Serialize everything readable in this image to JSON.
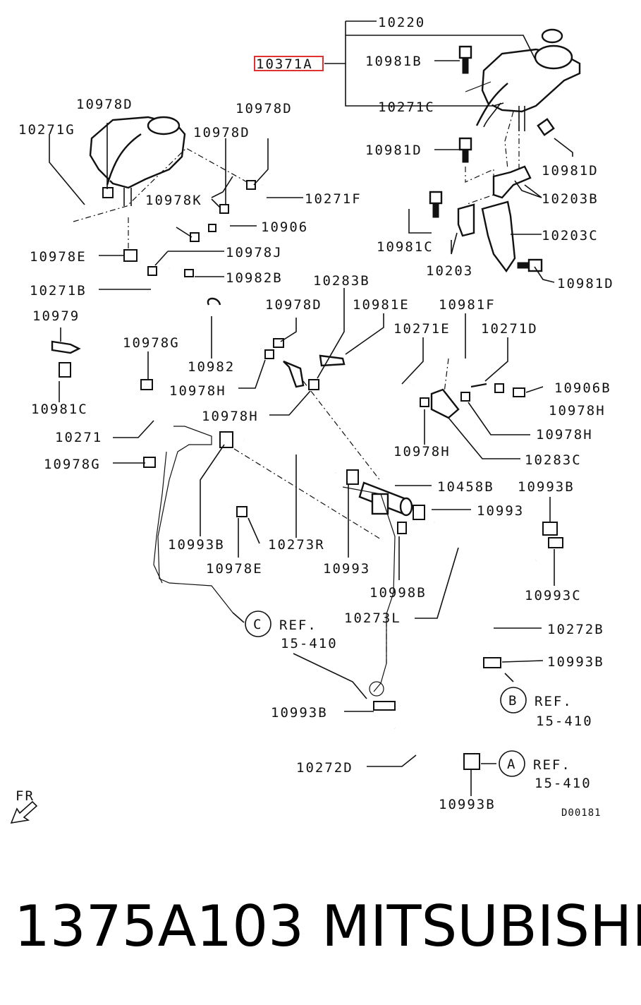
{
  "diagram": {
    "highlighted_part": "10371A",
    "labels": {
      "p10220": "10220",
      "p10371A": "10371A",
      "p10981B": "10981B",
      "p10271C": "10271C",
      "p10981D_a": "10981D",
      "p10981D_b": "10981D",
      "p10203B": "10203B",
      "p10981C_top": "10981C",
      "p10203C": "10203C",
      "p10203": "10203",
      "p10981D_c": "10981D",
      "p10978D_a": "10978D",
      "p10978D_b": "10978D",
      "p10978D_c": "10978D",
      "p10978D_d": "10978D",
      "p10271G": "10271G",
      "p10978K": "10978K",
      "p10271F": "10271F",
      "p10906": "10906",
      "p10978E_a": "10978E",
      "p10978J": "10978J",
      "p10982B": "10982B",
      "p10271B": "10271B",
      "p10283B": "10283B",
      "p10981E": "10981E",
      "p10981F": "10981F",
      "p10979": "10979",
      "p10978G_a": "10978G",
      "p10982": "10982",
      "p10271E": "10271E",
      "p10271D": "10271D",
      "p10981C_left": "10981C",
      "p10978H_a": "10978H",
      "p10906B": "10906B",
      "p10978H_b": "10978H",
      "p10978H_c": "10978H",
      "p10978H_d": "10978H",
      "p10271": "10271",
      "p10283C": "10283C",
      "p10978G_b": "10978G",
      "p10458B": "10458B",
      "p10993B_a": "10993B",
      "p10993_a": "10993",
      "p10993B_b": "10993B",
      "p10273R": "10273R",
      "p10993_b": "10993",
      "p10978E_b": "10978E",
      "p10998B": "10998B",
      "p10993C": "10993C",
      "p10273L": "10273L",
      "p10272B": "10272B",
      "p10993B_c": "10993B",
      "p10993B_d": "10993B",
      "p10272D": "10272D",
      "p10993B_e": "10993B"
    },
    "refs": {
      "c_letter": "C",
      "b_letter": "B",
      "a_letter": "A",
      "ref_word": "REF.",
      "ref_num": "15-410"
    },
    "fr": "FR",
    "drawing_code": "D00181"
  },
  "footer": {
    "part_number": "1375A103",
    "brand": "MITSUBISHI"
  }
}
